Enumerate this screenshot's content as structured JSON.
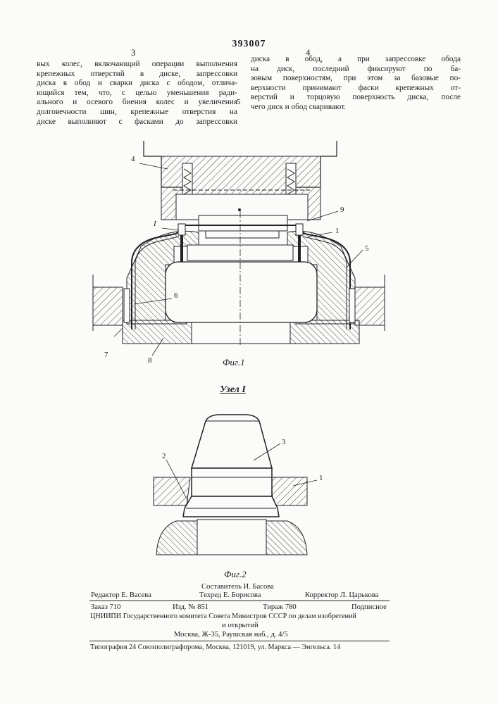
{
  "patent_number": "393007",
  "columns": {
    "left_number": "3",
    "right_number": "4",
    "left_lines": [
      "вых колес, включающий операции выполнения",
      "крепежных отверстий в диске, запрессовки",
      "диска в обод и сварки диска с ободом, отлича-",
      "ющийся тем, что, с целью уменьшения ради-",
      "ального и осевого биения колес и увеличения",
      "долговечности шин, крепежные отверстия на",
      "диске выполняют с фасками до запрессовки"
    ],
    "right_lines": [
      "диска в обод, а при запрессовке обода",
      "на диск, последний фиксируют по ба-",
      "зовым поверхностям, при этом за базовые по-",
      "верхности принимают фаски крепежных от-",
      "верстий и торцовую поверхность диска, после",
      "чего диск и обод сваривают."
    ],
    "line_number_marker": "5"
  },
  "figure1": {
    "caption": "Фиг.1",
    "labels": {
      "l4": "4",
      "lI": "I",
      "l9": "9",
      "l1": "1",
      "l5": "5",
      "l6": "6",
      "l7": "7",
      "l8": "8"
    }
  },
  "figure2": {
    "title": "Узел I",
    "caption": "Фиг.2",
    "labels": {
      "l3": "3",
      "l2": "2",
      "l1": "1"
    }
  },
  "imprint": {
    "compiler_line": "Составитель И. Басова",
    "editor": "Редактор Е. Васева",
    "techred": "Техред Е. Борисова",
    "corrector": "Корректор Л. Царькова",
    "order": "Заказ 710",
    "izd": "Изд. № 851",
    "tirazh": "Тираж 780",
    "podpisnoe": "Подписное",
    "org1": "ЦНИИПИ Государственного комитета Совета Министров СССР по делам изобретений",
    "org2": "и открытий",
    "address": "Москва, Ж-35, Раушская наб., д. 4/5",
    "typography": "Типография 24 Союзполиграфпрома, Москва, 121019, ул. Маркса — Энгельса. 14"
  }
}
